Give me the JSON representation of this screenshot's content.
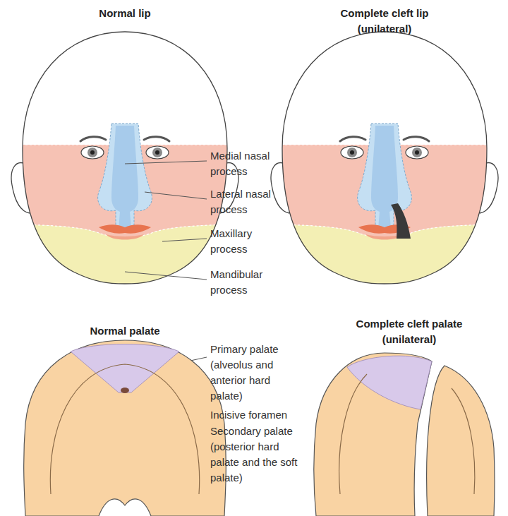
{
  "diagram": {
    "labels": [
      "Normal lip",
      "Complete cleft lip (unilateral)",
      "Medial nasal process",
      "Lateral nasal process",
      "Maxillary process",
      "Mandibular process",
      "Normal palate",
      "Complete cleft palate (unilateral)",
      "Primary palate (alveolus and anterior hard palate)",
      "Incisive foramen",
      "Secondary palate (posterior hard palate and the soft palate)"
    ]
  }
}
